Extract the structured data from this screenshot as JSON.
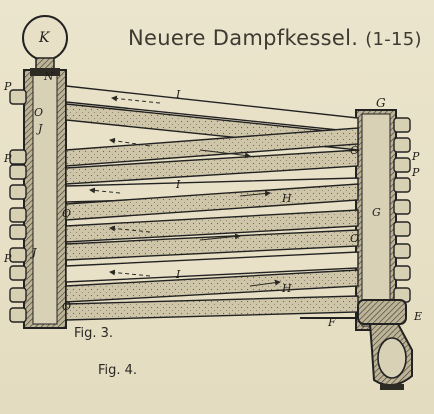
{
  "title": {
    "main": "Neuere Dampfkessel.",
    "range": "(1-15)"
  },
  "figures": {
    "fig3": "Fig. 3.",
    "fig4": "Fig. 4."
  },
  "labels": {
    "K": "K",
    "N": "N",
    "O": "O",
    "J": "J",
    "P": "P",
    "I": "I",
    "G": "G",
    "H": "H",
    "F": "F",
    "E": "E"
  }
}
